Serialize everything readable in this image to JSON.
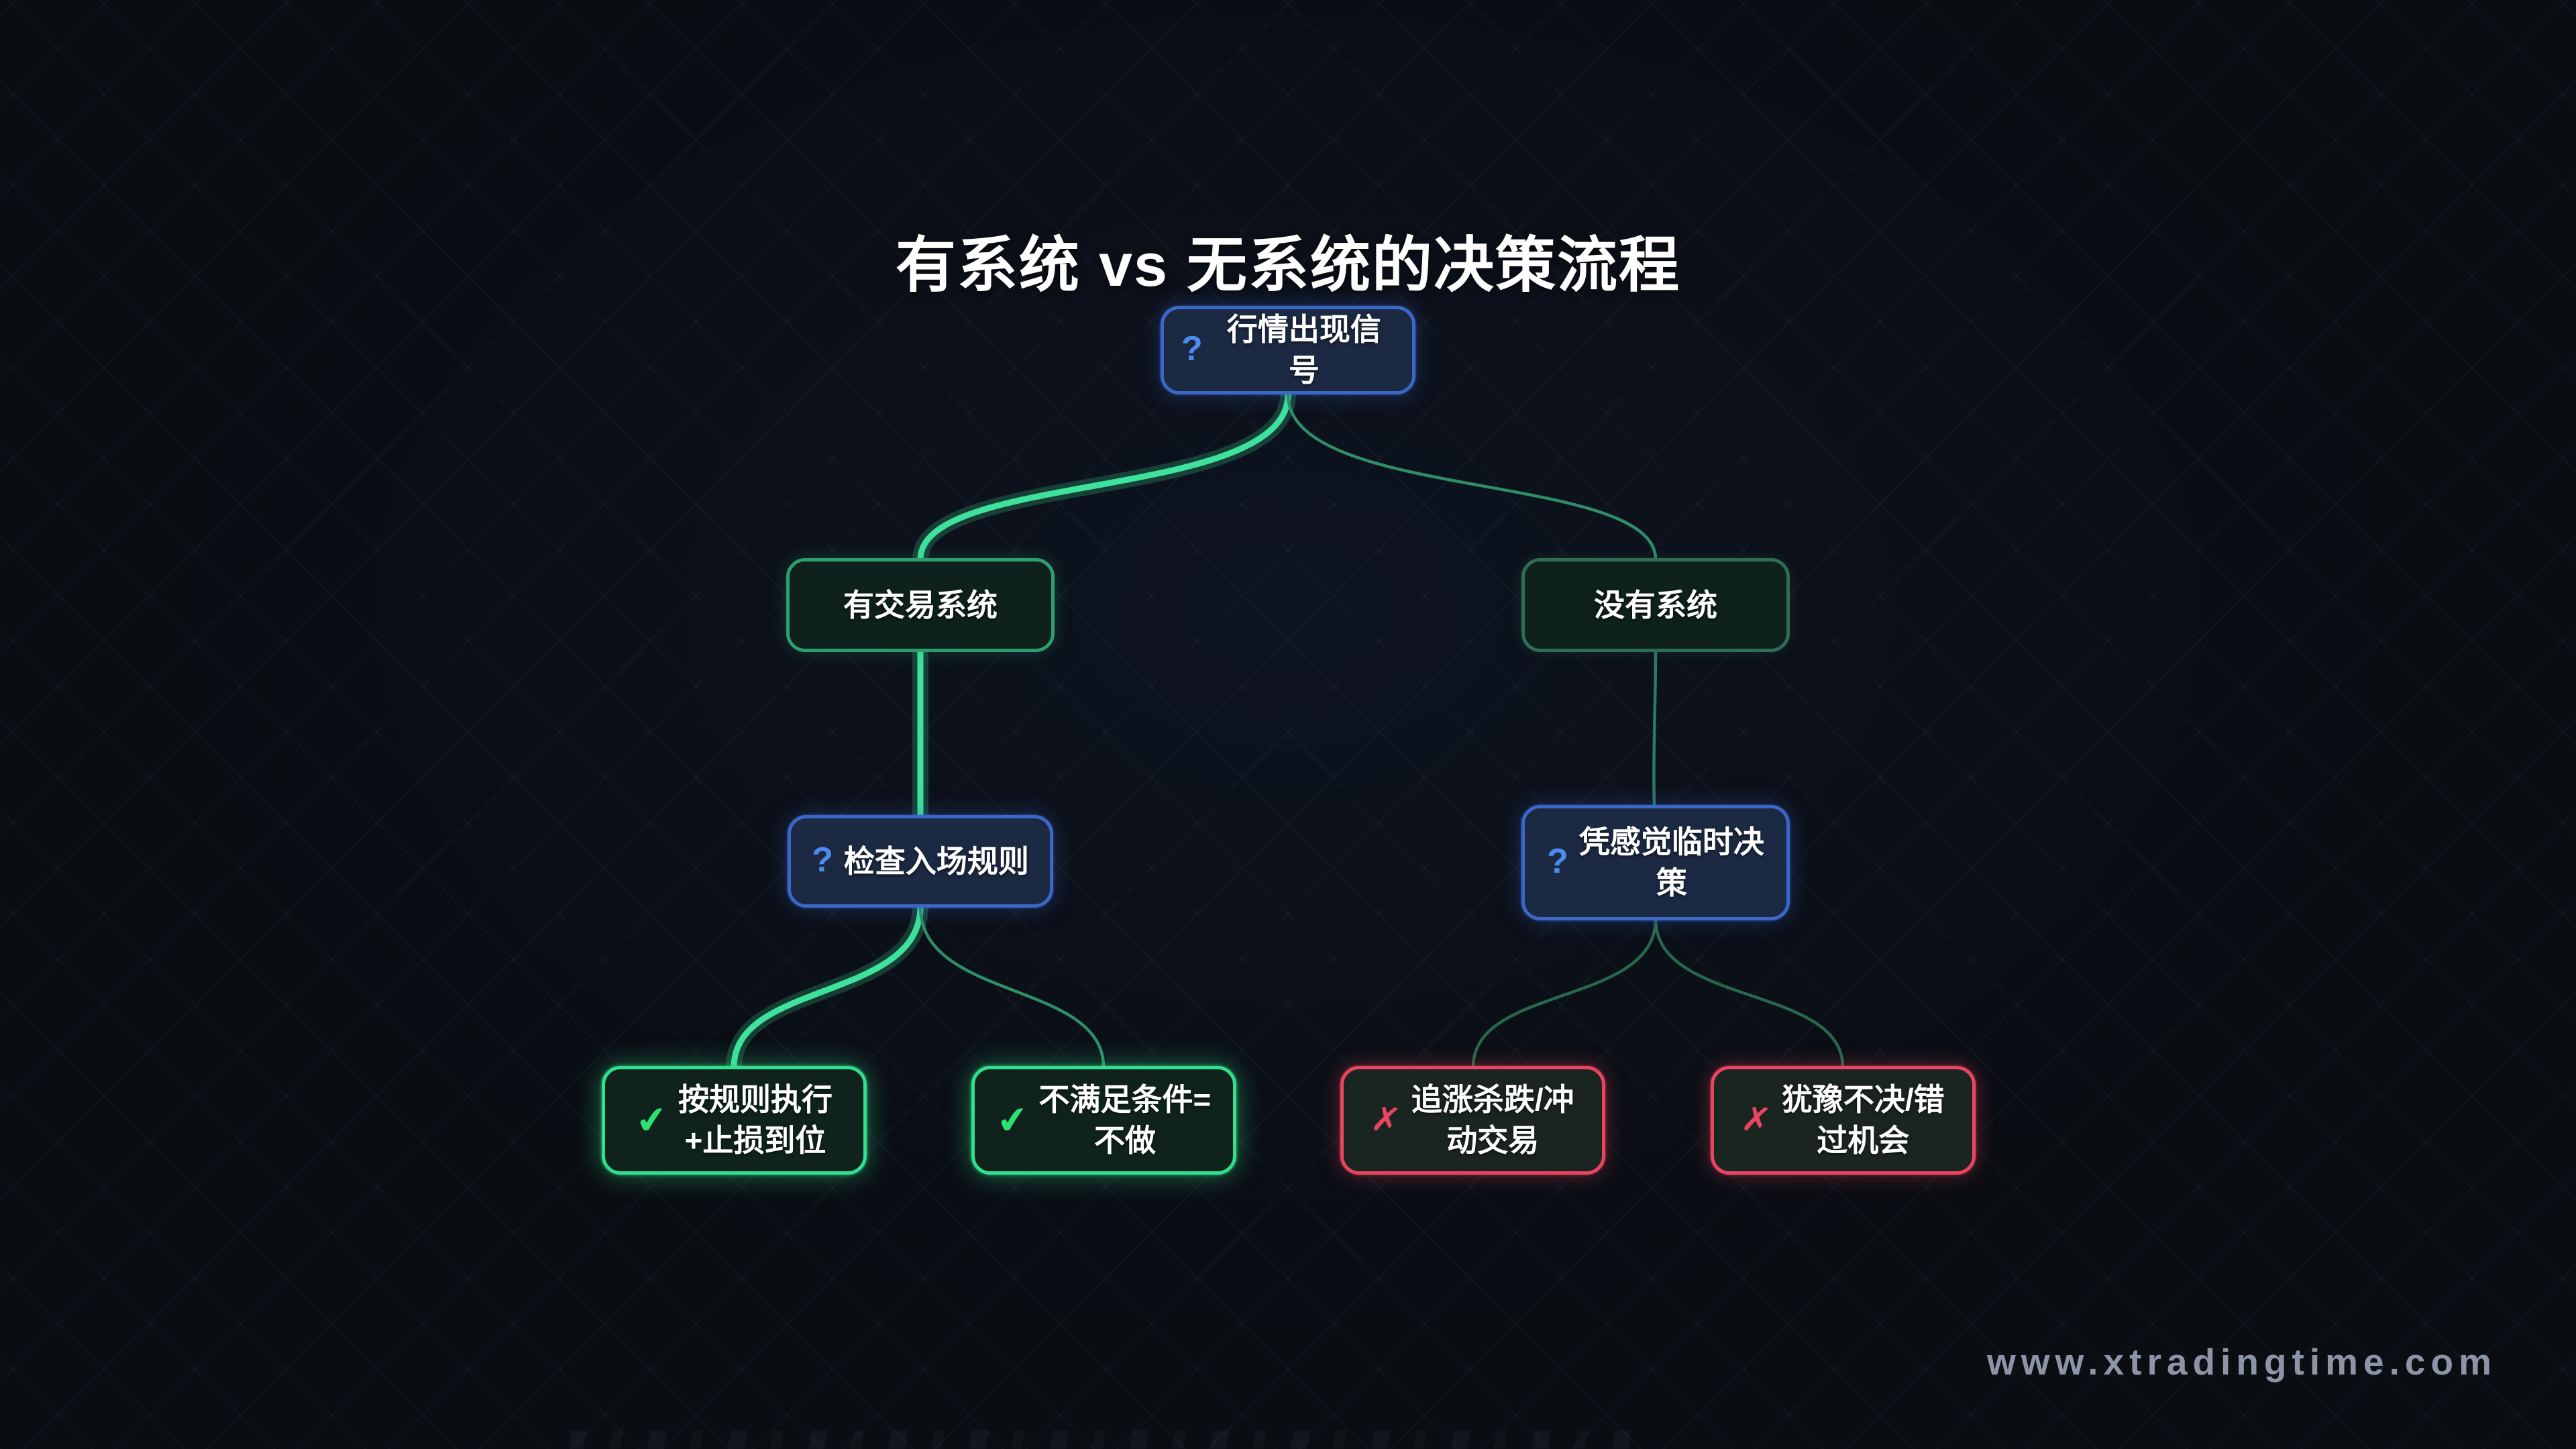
{
  "title": "有系统 vs 无系统的决策流程",
  "watermark": "www.xtradingtime.com",
  "icons": {
    "question": "?",
    "check": "✔",
    "cross": "✗"
  },
  "colors": {
    "background": "#0a0d12",
    "blue_border": "#3b67c8",
    "blue_fill": "#1c2942",
    "question_blue": "#4d8bf2",
    "green_bright": "#31e08c",
    "green_soft": "#2f9e6e",
    "green_dim": "#2e6e55",
    "red": "#ea4560",
    "edge_bright": "#3ee29c",
    "edge_mid": "#2f8e68",
    "edge_dark": "#27674e",
    "watermark_gray": "#8b95a6"
  },
  "nodes": {
    "root": {
      "label": "行情出现信号"
    },
    "with_system": {
      "label": "有交易系统"
    },
    "no_system": {
      "label": "没有系统"
    },
    "check_rules": {
      "label": "检查入场规则"
    },
    "gut_decision": {
      "label": "凭感觉临时决\n策"
    },
    "follow_rules": {
      "label": "按规则执行\n+止损到位"
    },
    "no_trade": {
      "label": "不满足条件=\n不做"
    },
    "impulse_trade": {
      "label": "追涨杀跌/冲\n动交易"
    },
    "hesitate": {
      "label": "犹豫不决/错\n过机会"
    }
  }
}
